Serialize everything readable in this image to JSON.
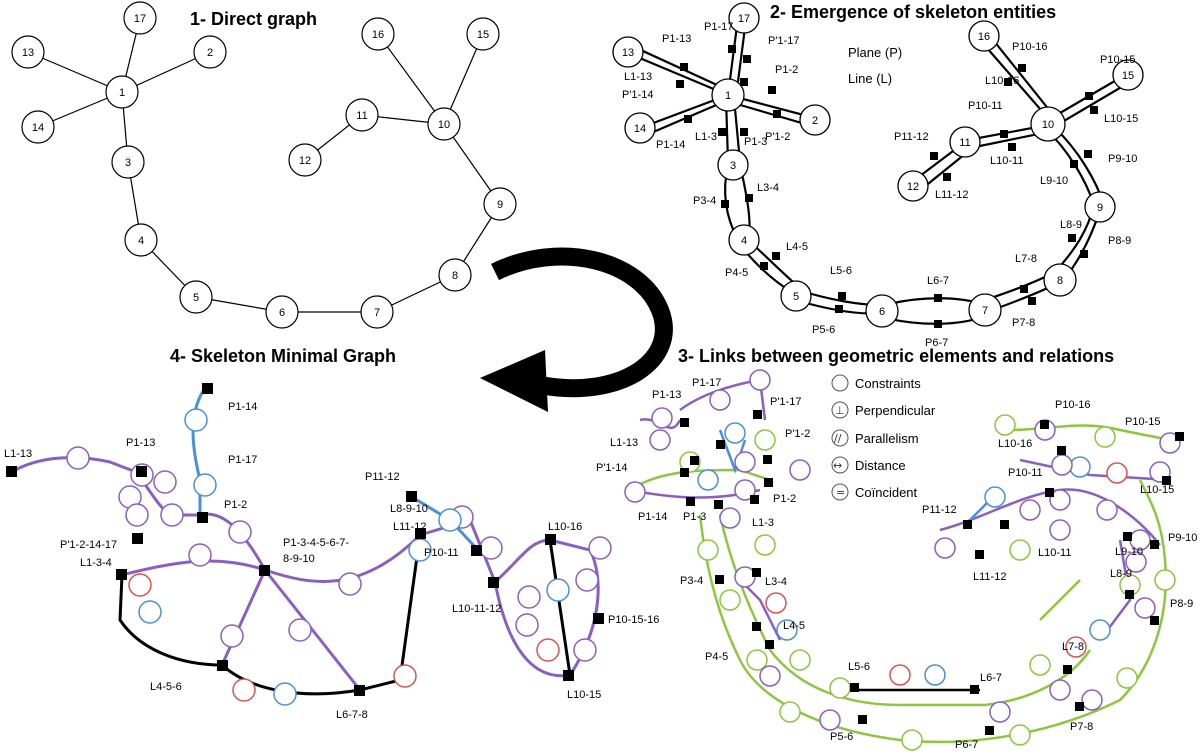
{
  "panel1": {
    "title": "1- Direct graph",
    "nodes": [
      "1",
      "2",
      "3",
      "4",
      "5",
      "6",
      "7",
      "8",
      "9",
      "10",
      "11",
      "12",
      "13",
      "14",
      "15",
      "16",
      "17"
    ]
  },
  "panel2": {
    "title": "2- Emergence of skeleton entities",
    "legend": {
      "plane": "Plane (P)",
      "line": "Line (L)"
    },
    "labels": [
      "P1-17",
      "P'1-17",
      "P1-13",
      "L1-13",
      "P'1-14",
      "P1-2",
      "P1-14",
      "L1-3",
      "P1-3",
      "P'1-2",
      "L3-4",
      "P3-4",
      "L4-5",
      "P4-5",
      "L5-6",
      "P5-6",
      "L6-7",
      "P6-7",
      "L7-8",
      "P7-8",
      "L8-9",
      "P8-9",
      "L9-10",
      "P9-10",
      "P10-16",
      "P10-15",
      "L10-16",
      "P10-11",
      "L10-15",
      "P11-12",
      "L10-11",
      "L11-12"
    ]
  },
  "panel3": {
    "title": "3- Links between geometric elements and relations",
    "legend": [
      "Constraints",
      "Perpendicular",
      "Parallelism",
      "Distance",
      "Coïncident"
    ],
    "labels": [
      "P1-17",
      "P'1-17",
      "P1-13",
      "L1-13",
      "P'1-2",
      "P'1-14",
      "P1-2",
      "P1-14",
      "P1-3",
      "L1-3",
      "P3-4",
      "L3-4",
      "L4-5",
      "P4-5",
      "L5-6",
      "P5-6",
      "L6-7",
      "P6-7",
      "L7-8",
      "P7-8",
      "L8-9",
      "P8-9",
      "L9-10",
      "P9-10",
      "P10-16",
      "P10-15",
      "L10-16",
      "L10-15",
      "P10-11",
      "P11-12",
      "L10-11",
      "L11-12"
    ]
  },
  "panel4": {
    "title": "4- Skeleton Minimal Graph",
    "labels": [
      "P1-14",
      "P1-17",
      "L1-13",
      "P1-13",
      "P1-2",
      "P'1-2-14-17",
      "P1-3-4-5-6-7-",
      "8-9-10",
      "L1-3-4",
      "L4-5-6",
      "L6-7-8",
      "P11-12",
      "L11-12",
      "P10-11",
      "L8-9-10",
      "L10-11-12",
      "L10-16",
      "P10-15-16",
      "L10-15"
    ]
  },
  "colors": {
    "purple": "#8a5fbf",
    "green": "#8dc63f",
    "blue": "#4a90d9",
    "red": "#d9534f"
  }
}
